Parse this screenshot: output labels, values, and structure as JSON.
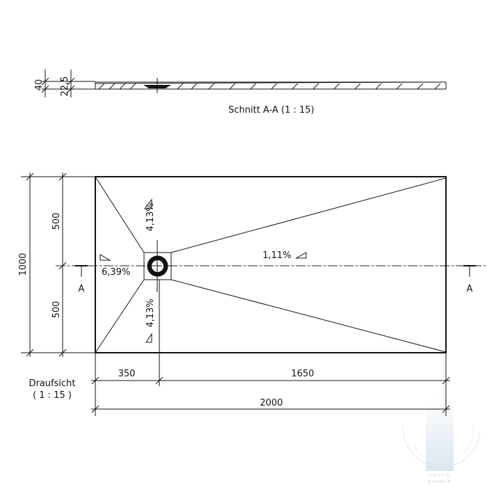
{
  "section": {
    "title": "Schnitt A-A (1 : 15)",
    "dim_total_height": "40",
    "dim_base_height": "22,5"
  },
  "plan": {
    "title": "Draufsicht",
    "scale": "( 1 : 15 )",
    "dim_width_total": "1000",
    "dim_half_top": "500",
    "dim_half_bottom": "500",
    "dim_to_drain": "350",
    "dim_from_drain": "1650",
    "dim_length_total": "2000",
    "slope_left": "6,39%",
    "slope_top": "4,13%",
    "slope_bottom": "4,13%",
    "slope_long": "1,11%",
    "section_mark_left": "A",
    "section_mark_right": "A"
  },
  "watermark": {
    "text_line1": "vannu",
    "text_line2": "pasaule"
  }
}
